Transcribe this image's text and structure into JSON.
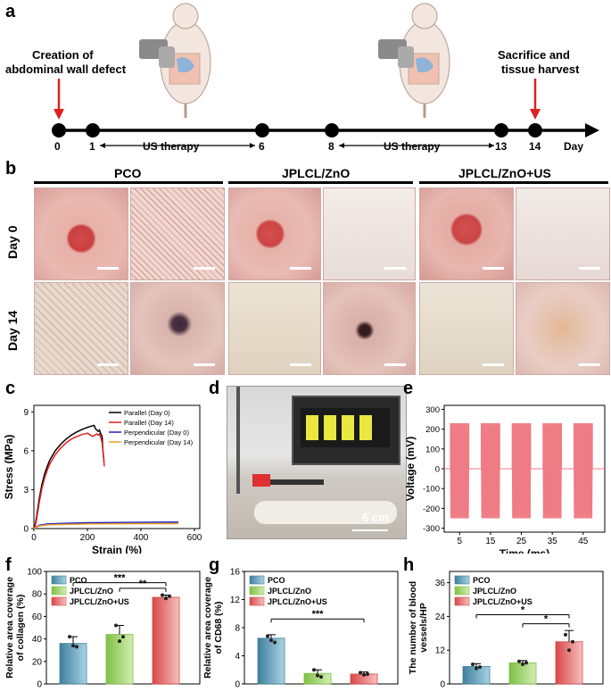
{
  "panel_labels": {
    "a": "a",
    "b": "b",
    "c": "c",
    "d": "d",
    "e": "e",
    "f": "f",
    "g": "g",
    "h": "h"
  },
  "timeline": {
    "left_caption_line1": "Creation of",
    "left_caption_line2": "abdominal wall defect",
    "right_caption_line1": "Sacrifice and",
    "right_caption_line2": "tissue harvest",
    "ticks": [
      "0",
      "1",
      "6",
      "8",
      "13",
      "14"
    ],
    "day_label": "Day",
    "us_therapy_1": "US therapy",
    "us_therapy_2": "US therapy"
  },
  "photos": {
    "groups": [
      "PCO",
      "JPLCL/ZnO",
      "JPLCL/ZnO+US"
    ],
    "rows": [
      "Day 0",
      "Day 14"
    ]
  },
  "device_photo": {
    "scale_label": "6 cm"
  },
  "colors": {
    "pco": "#5b9bb5",
    "znO": "#9fd15a",
    "znO_us": "#e06060",
    "voltage": "#ef7b84"
  },
  "chart_data": [
    {
      "type": "line",
      "panel": "c",
      "xlabel": "Strain (%)",
      "ylabel": "Stress (MPa)",
      "xlim": [
        0,
        620
      ],
      "ylim": [
        0,
        9.5
      ],
      "xticks": [
        0,
        200,
        400,
        600
      ],
      "yticks": [
        0,
        3,
        6,
        9
      ],
      "legend": "top-right",
      "series": [
        {
          "name": "Parallel (Day 0)",
          "color": "#000000",
          "x": [
            0,
            5,
            10,
            20,
            30,
            40,
            50,
            60,
            80,
            100,
            120,
            140,
            160,
            180,
            200,
            215,
            225,
            230,
            235,
            240,
            245,
            250,
            255,
            258,
            262
          ],
          "y": [
            0,
            0.3,
            0.9,
            2.3,
            3.4,
            4.2,
            4.8,
            5.3,
            6.0,
            6.5,
            6.9,
            7.2,
            7.45,
            7.65,
            7.8,
            7.9,
            7.95,
            7.7,
            7.6,
            7.5,
            7.6,
            7.3,
            7.1,
            6.0,
            5.2
          ]
        },
        {
          "name": "Parallel (Day 14)",
          "color": "#e02020",
          "x": [
            0,
            5,
            10,
            20,
            30,
            40,
            50,
            60,
            80,
            100,
            120,
            140,
            160,
            180,
            200,
            220,
            235,
            240,
            245,
            250,
            255,
            260,
            263
          ],
          "y": [
            0,
            0.2,
            0.7,
            2.0,
            3.1,
            3.9,
            4.5,
            5.0,
            5.7,
            6.2,
            6.6,
            6.9,
            7.1,
            7.25,
            7.35,
            7.1,
            7.3,
            7.2,
            7.3,
            7.0,
            6.6,
            5.6,
            4.8
          ]
        },
        {
          "name": "Perpendicular (Day 0)",
          "color": "#2020c0",
          "x": [
            0,
            20,
            50,
            100,
            200,
            300,
            400,
            500,
            540
          ],
          "y": [
            0,
            0.25,
            0.35,
            0.4,
            0.45,
            0.47,
            0.48,
            0.5,
            0.5
          ]
        },
        {
          "name": "Perpendicular (Day 14)",
          "color": "#f0a020",
          "x": [
            0,
            20,
            50,
            100,
            200,
            300,
            400,
            500,
            540
          ],
          "y": [
            0,
            0.2,
            0.28,
            0.32,
            0.35,
            0.37,
            0.38,
            0.38,
            0.38
          ]
        }
      ]
    },
    {
      "type": "line",
      "panel": "e",
      "xlabel": "Time (ms)",
      "ylabel": "Voltage (mV)",
      "xlim": [
        0,
        52
      ],
      "ylim": [
        -320,
        320
      ],
      "xticks": [
        5,
        15,
        25,
        35,
        45
      ],
      "yticks": [
        -300,
        -200,
        -100,
        0,
        100,
        200,
        300
      ],
      "series": [
        {
          "name": "",
          "color": "#ef7b84",
          "bursts": [
            [
              2,
              8
            ],
            [
              12,
              18
            ],
            [
              22,
              28
            ],
            [
              32,
              38
            ],
            [
              42,
              48
            ]
          ],
          "amplitude_high": 230,
          "amplitude_low": -250
        }
      ]
    },
    {
      "type": "bar",
      "panel": "f",
      "categories": [
        "PCO",
        "JPLCL/ZnO",
        "JPLCL/ZnO+US"
      ],
      "values": [
        36,
        44,
        77
      ],
      "errors": [
        6,
        8,
        2
      ],
      "points": [
        [
          42,
          34,
          33
        ],
        [
          52,
          38,
          42
        ],
        [
          79,
          76,
          78
        ]
      ],
      "ylabel": "Relative area coverage of collagen (%)",
      "ylabel_lines": [
        "Relative area coverage",
        "of collagen (%)"
      ],
      "ylim": [
        0,
        100
      ],
      "yticks": [
        0,
        20,
        40,
        60,
        80,
        100
      ],
      "legend": "top-left",
      "significance": [
        {
          "from": 0,
          "to": 2,
          "label": "***"
        },
        {
          "from": 1,
          "to": 2,
          "label": "**"
        }
      ]
    },
    {
      "type": "bar",
      "panel": "g",
      "categories": [
        "PCO",
        "JPLCL/ZnO",
        "JPLCL/ZnO+US"
      ],
      "values": [
        6.5,
        1.5,
        1.4
      ],
      "errors": [
        0.5,
        0.5,
        0.3
      ],
      "points": [
        [
          6.8,
          6.2,
          5.9
        ],
        [
          2.0,
          1.2,
          1.0
        ],
        [
          1.6,
          1.3,
          1.4
        ]
      ],
      "ylabel": "Relative area coverage of CD68 (%)",
      "ylabel_lines": [
        "Relative area coverage",
        "of CD68 (%)"
      ],
      "ylim": [
        0,
        16
      ],
      "yticks": [
        0,
        4,
        8,
        12,
        16
      ],
      "legend": "top-left",
      "significance": [
        {
          "from": 0,
          "to": 2,
          "label": "***"
        }
      ]
    },
    {
      "type": "bar",
      "panel": "h",
      "categories": [
        "PCO",
        "JPLCL/ZnO",
        "JPLCL/ZnO+US"
      ],
      "values": [
        6.2,
        7.5,
        15.0
      ],
      "errors": [
        1.0,
        0.8,
        4.0
      ],
      "points": [
        [
          7.0,
          5.5,
          6.0
        ],
        [
          8.0,
          7.0,
          7.5
        ],
        [
          17.5,
          12.0,
          15.0
        ]
      ],
      "ylabel": "The number of blood vessels/HP",
      "ylabel_lines": [
        "The number of blood",
        "vessels/HP"
      ],
      "ylim": [
        0,
        40
      ],
      "yticks": [
        0,
        12,
        24,
        36
      ],
      "legend": "top-left",
      "significance": [
        {
          "from": 0,
          "to": 2,
          "label": "*"
        },
        {
          "from": 1,
          "to": 2,
          "label": "*"
        }
      ]
    }
  ]
}
